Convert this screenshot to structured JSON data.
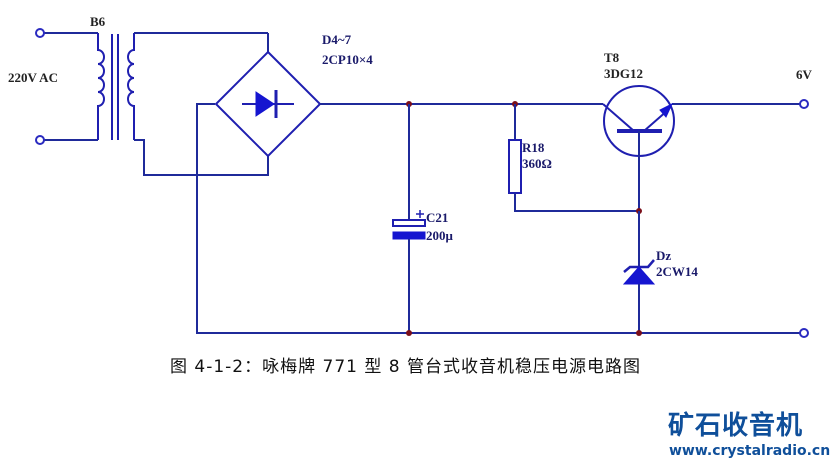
{
  "diagram": {
    "type": "circuit-schematic",
    "title": "图 4-1-2：咏梅牌 771 型 8 管台式收音机稳压电源电路图",
    "colors": {
      "wire": "#1f2a9a",
      "component": "#1f1fb0",
      "junction": "#7a0f1a",
      "watermark": "#0f4f9a"
    },
    "input": {
      "label": "220V AC"
    },
    "output": {
      "label": "6V"
    },
    "components": {
      "transformer": {
        "ref": "B6"
      },
      "bridge": {
        "ref": "D4~7",
        "value": "2CP10×4"
      },
      "capacitor": {
        "ref": "C21",
        "value": "200μ"
      },
      "resistor": {
        "ref": "R18",
        "value": "360Ω"
      },
      "transistor": {
        "ref": "T8",
        "value": "3DG12"
      },
      "zener": {
        "ref": "Dz",
        "value": "2CW14"
      }
    }
  },
  "watermark": {
    "title": "矿石收音机",
    "url": "www.crystalradio.cn"
  }
}
